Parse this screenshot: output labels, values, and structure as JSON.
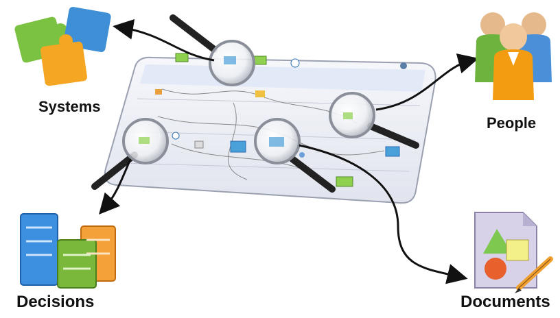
{
  "labels": {
    "systems": "Systems",
    "people": "People",
    "decisions": "Decisions",
    "documents": "Documents"
  },
  "icons": {
    "systems": "puzzle-pieces-icon",
    "people": "people-group-icon",
    "decisions": "database-servers-icon",
    "documents": "document-with-pencil-icon",
    "magnifier": "magnifying-glass-icon"
  },
  "colors": {
    "puzzle_green": "#7cc242",
    "puzzle_blue": "#3f8fd6",
    "puzzle_orange": "#f5a623",
    "server_blue": "#3d8fe0",
    "server_orange": "#f5a13a",
    "server_green": "#7ab83c",
    "person_orange": "#f39c12",
    "person_green": "#6fb33f",
    "person_blue": "#4a90d9",
    "doc_shape_green": "#7ec850",
    "doc_shape_red": "#e8602c",
    "doc_shape_yellow": "#f3f08a",
    "flow_task_green": "#8fd14f",
    "flow_folder_blue": "#4aa0d8"
  }
}
